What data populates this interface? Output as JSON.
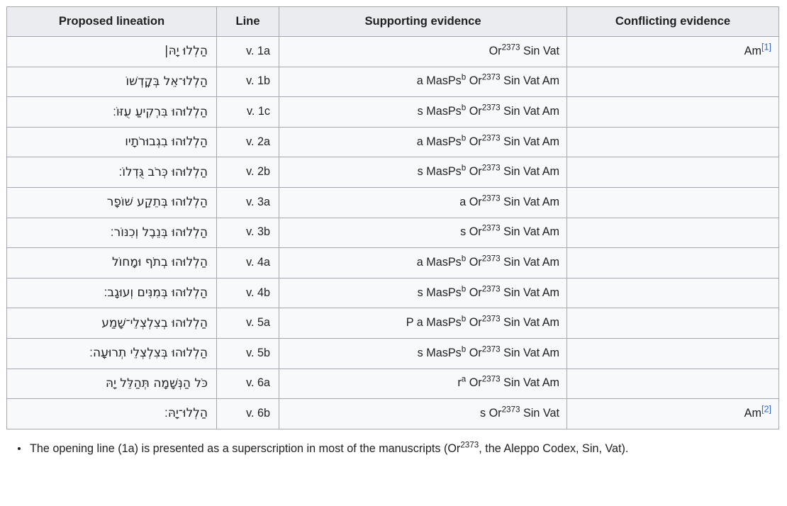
{
  "table": {
    "columns": [
      {
        "key": "lineation",
        "label": "Proposed lineation"
      },
      {
        "key": "line",
        "label": "Line"
      },
      {
        "key": "support",
        "label": "Supporting evidence"
      },
      {
        "key": "conflict",
        "label": "Conflicting evidence"
      }
    ],
    "rows": [
      {
        "lineation": "הַלְלוּ יָהּ|",
        "line": "v. 1a",
        "support_pre": "",
        "support_or": "Or",
        "support_or_sup": "2373",
        "support_post": " Sin Vat",
        "conflict": "Am",
        "conflict_ref": "[1]"
      },
      {
        "lineation": "הַלְלוּ־אֵל בְּקׇדְשׁוֹ",
        "line": "v. 1b",
        "support_pre": "a MasPs",
        "support_pre_sup": "b",
        "support_or": "Or",
        "support_or_sup": "2373",
        "support_post": " Sin Vat Am",
        "conflict": "",
        "conflict_ref": ""
      },
      {
        "lineation": "הַלְלוּהוּ בִּרְקִיעַ עֻזּוֹ׃",
        "line": "v. 1c",
        "support_pre": "s MasPs",
        "support_pre_sup": "b",
        "support_or": "Or",
        "support_or_sup": "2373",
        "support_post": " Sin Vat Am",
        "conflict": "",
        "conflict_ref": ""
      },
      {
        "lineation": "הַלְלוּהוּ בִגְבוּרֹתָיו",
        "line": "v. 2a",
        "support_pre": "a MasPs",
        "support_pre_sup": "b",
        "support_or": "Or",
        "support_or_sup": "2373",
        "support_post": " Sin Vat Am",
        "conflict": "",
        "conflict_ref": ""
      },
      {
        "lineation": "הַלְלוּהוּ כְּרֹב גֻּדְלוֹ׃",
        "line": "v. 2b",
        "support_pre": "s MasPs",
        "support_pre_sup": "b",
        "support_or": "Or",
        "support_or_sup": "2373",
        "support_post": " Sin Vat Am",
        "conflict": "",
        "conflict_ref": ""
      },
      {
        "lineation": "הַלְלוּהוּ בְּתֵקַע שׁוֹפָר",
        "line": "v. 3a",
        "support_pre": "a ",
        "support_or": "Or",
        "support_or_sup": "2373",
        "support_post": " Sin Vat Am",
        "conflict": "",
        "conflict_ref": ""
      },
      {
        "lineation": "הַלְלוּהוּ בְּנֵבֶל וְכִנּוֹר׃",
        "line": "v. 3b",
        "support_pre": "s ",
        "support_or": "Or",
        "support_or_sup": "2373",
        "support_post": " Sin Vat Am",
        "conflict": "",
        "conflict_ref": ""
      },
      {
        "lineation": "הַלְלוּהוּ בְתֹף וּמָחוֹל",
        "line": "v. 4a",
        "support_pre": "a MasPs",
        "support_pre_sup": "b",
        "support_or": "Or",
        "support_or_sup": "2373",
        "support_post": " Sin Vat Am",
        "conflict": "",
        "conflict_ref": ""
      },
      {
        "lineation": "הַלְלוּהוּ בְּמִנִּים וְעוּגָב׃",
        "line": "v. 4b",
        "support_pre": "s MasPs",
        "support_pre_sup": "b",
        "support_or": "Or",
        "support_or_sup": "2373",
        "support_post": " Sin Vat Am",
        "conflict": "",
        "conflict_ref": ""
      },
      {
        "lineation": "הַלְלוּהוּ בְצִלְצְלֵי־שָׁמַע",
        "line": "v. 5a",
        "support_pre": "P a MasPs",
        "support_pre_sup": "b",
        "support_or": "Or",
        "support_or_sup": "2373",
        "support_post": " Sin Vat Am",
        "conflict": "",
        "conflict_ref": ""
      },
      {
        "lineation": "הַלְלוּהוּ בְּצִלְצְלֵי תְרוּעָה׃",
        "line": "v. 5b",
        "support_pre": "s MasPs",
        "support_pre_sup": "b",
        "support_or": "Or",
        "support_or_sup": "2373",
        "support_post": " Sin Vat Am",
        "conflict": "",
        "conflict_ref": ""
      },
      {
        "lineation": "כֹּל הַנְּשָׁמָה תְּהַלֵּל יָהּ",
        "line": "v. 6a",
        "support_pre": "r",
        "support_pre_sup": "a",
        "support_or": "Or",
        "support_or_sup": "2373",
        "support_post": " Sin Vat Am",
        "conflict": "",
        "conflict_ref": ""
      },
      {
        "lineation": "הַלְלוּ־יָהּ׃",
        "line": "v. 6b",
        "support_pre": "s ",
        "support_or": "Or",
        "support_or_sup": "2373",
        "support_post": " Sin Vat",
        "conflict": "Am",
        "conflict_ref": "[2]"
      }
    ]
  },
  "notes": [
    {
      "text_before": "The opening line (1a) is presented as a superscription in most of the manuscripts (Or",
      "sup": "2373",
      "text_after": ", the Aleppo Codex, Sin, Vat)."
    }
  ],
  "colors": {
    "header_bg": "#eaecf0",
    "cell_bg": "#f8f9fa",
    "border": "#a2a9b1",
    "text": "#202122",
    "link": "#3366cc"
  }
}
